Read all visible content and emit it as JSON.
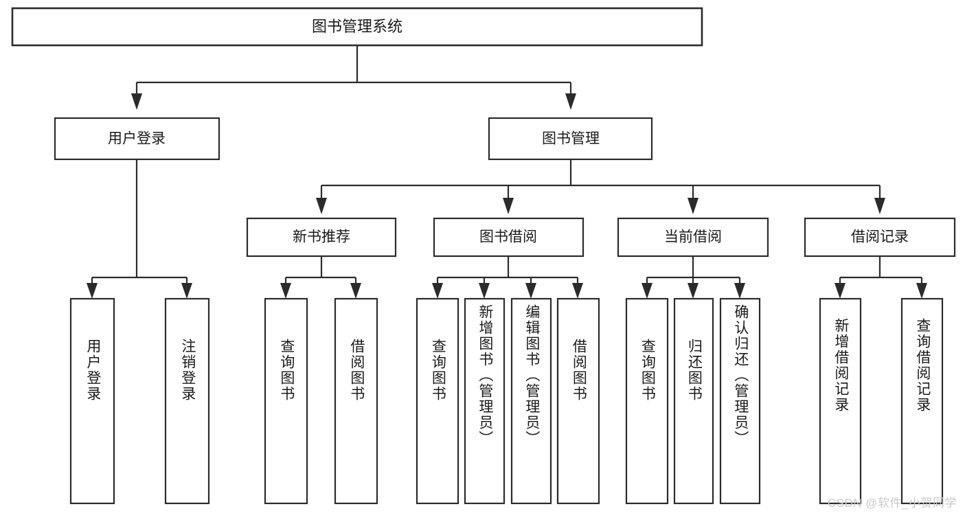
{
  "diagram": {
    "type": "tree",
    "title": "图书管理系统",
    "orientation": "top-down",
    "root": {
      "id": "root",
      "label": "图书管理系统"
    },
    "level2": [
      {
        "id": "user-login",
        "label": "用户登录"
      },
      {
        "id": "book-manage",
        "label": "图书管理"
      }
    ],
    "level3": [
      {
        "id": "new-book-recommend",
        "label": "新书推荐",
        "parent": "book-manage"
      },
      {
        "id": "book-borrow",
        "label": "图书借阅",
        "parent": "book-manage"
      },
      {
        "id": "current-borrow",
        "label": "当前借阅",
        "parent": "book-manage"
      },
      {
        "id": "borrow-record",
        "label": "借阅记录",
        "parent": "book-manage"
      }
    ],
    "leaves": [
      {
        "id": "leaf-user-login",
        "label": "用户登录",
        "parent": "user-login"
      },
      {
        "id": "leaf-logout-login",
        "label": "注销登录",
        "parent": "user-login"
      },
      {
        "id": "leaf-query-book-1",
        "label": "查询图书",
        "parent": "new-book-recommend"
      },
      {
        "id": "leaf-borrow-book-1",
        "label": "借阅图书",
        "parent": "new-book-recommend"
      },
      {
        "id": "leaf-query-book-2",
        "label": "查询图书",
        "parent": "book-borrow"
      },
      {
        "id": "leaf-add-book",
        "label": "新增图书（管理员）",
        "parent": "book-borrow"
      },
      {
        "id": "leaf-edit-book",
        "label": "编辑图书（管理员）",
        "parent": "book-borrow"
      },
      {
        "id": "leaf-borrow-book-2",
        "label": "借阅图书",
        "parent": "book-borrow"
      },
      {
        "id": "leaf-query-book-3",
        "label": "查询图书",
        "parent": "current-borrow"
      },
      {
        "id": "leaf-return-book",
        "label": "归还图书",
        "parent": "current-borrow"
      },
      {
        "id": "leaf-confirm-return",
        "label": "确认归还（管理员）",
        "parent": "current-borrow"
      },
      {
        "id": "leaf-add-record",
        "label": "新增借阅记录",
        "parent": "borrow-record"
      },
      {
        "id": "leaf-query-record",
        "label": "查询借阅记录",
        "parent": "borrow-record"
      }
    ],
    "colors": {
      "stroke": "#2b2b2b",
      "fill": "#ffffff",
      "text": "#1a1a1a",
      "watermark": "#c9c9c9"
    }
  },
  "watermark": {
    "text": "CSDN @软件_小贺同学"
  }
}
